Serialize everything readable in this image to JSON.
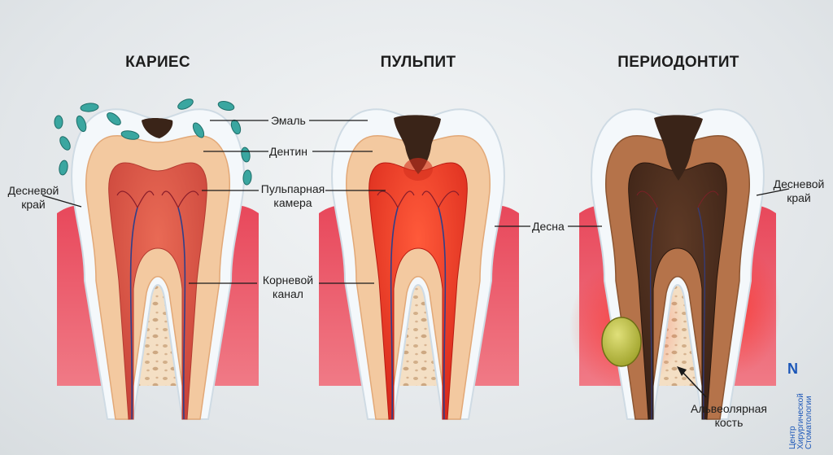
{
  "titles": {
    "caries": "КАРИЕС",
    "pulpitis": "ПУЛЬПИТ",
    "periodontitis": "ПЕРИОДОНТИТ"
  },
  "labels": {
    "enamel": "Эмаль",
    "dentin": "Дентин",
    "pulp_chamber": [
      "Пульпарная",
      "камера"
    ],
    "root_canal": [
      "Корневой",
      "канал"
    ],
    "gum_margin_left": [
      "Десневой",
      "край"
    ],
    "gum_margin_right": [
      "Десневой",
      "край"
    ],
    "gum": "Десна",
    "alveolar_bone": [
      "Альвеолярная",
      "кость"
    ]
  },
  "brand": {
    "logo": "N",
    "text": [
      "Центр",
      "Хирургической",
      "Стоматологии"
    ]
  },
  "colors": {
    "enamel": "#f4f8fb",
    "dentin": "#f3c9a0",
    "pulp_healthy": "#e24a3c",
    "pulp_inflamed": "#f02a1e",
    "pulp_necrotic": "#4a2c1e",
    "decay": "#3a2418",
    "gum": "#e8485b",
    "bone": "#f2dcc0",
    "bacteria": "#3aa6a0",
    "abscess": "#b9bc3a",
    "brand": "#1b56b8"
  }
}
